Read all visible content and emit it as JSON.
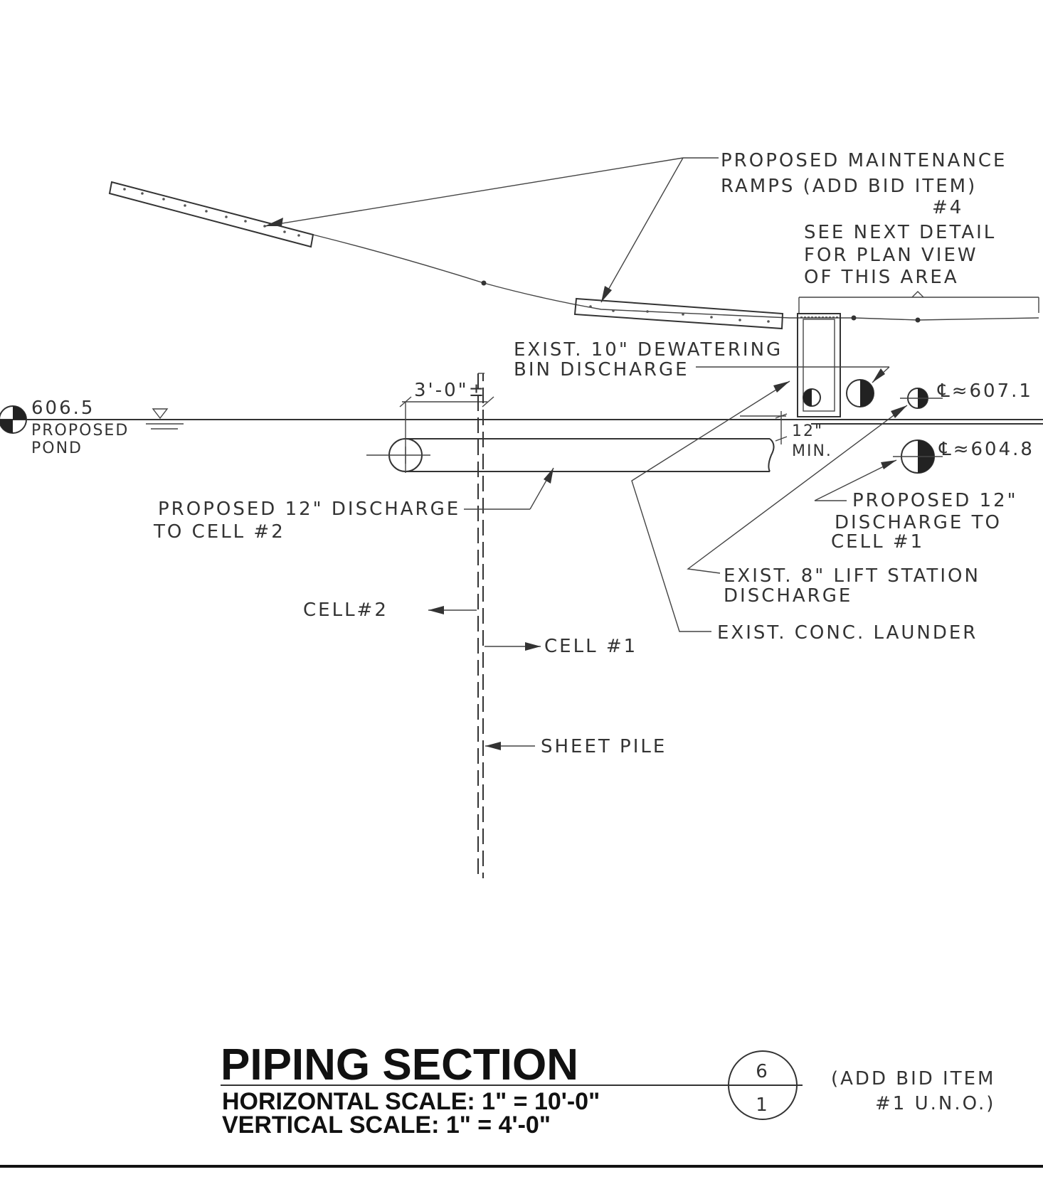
{
  "notes": {
    "ramps_line1": "PROPOSED MAINTENANCE",
    "ramps_line2": "RAMPS (ADD BID ITEM)",
    "ramps_line3": "#4",
    "see_line1": "SEE NEXT DETAIL",
    "see_line2": "FOR PLAN VIEW",
    "see_line3": "OF THIS AREA",
    "dewater_line1": "EXIST. 10\" DEWATERING",
    "dewater_line2": "BIN DISCHARGE",
    "elev_left": "606.5",
    "pond_line1": "PROPOSED",
    "pond_line2": "POND",
    "dim_3ft": "3'-0\"±",
    "dim_12_line1": "12\"",
    "dim_12_line2": "MIN.",
    "elev_right_upper": "℄≈607.1",
    "elev_right_lower": "℄≈604.8",
    "prop12_cell2_line1": "PROPOSED 12\" DISCHARGE",
    "prop12_cell2_line2": "TO CELL #2",
    "prop12_cell1_line1": "PROPOSED 12\"",
    "prop12_cell1_line2": "DISCHARGE TO",
    "prop12_cell1_line3": "CELL #1",
    "lift_line1": "EXIST. 8\" LIFT STATION",
    "lift_line2": "DISCHARGE",
    "launder": "EXIST. CONC. LAUNDER",
    "cell2": "CELL#2",
    "cell1": "CELL #1",
    "sheet_pile": "SHEET PILE"
  },
  "title_block": {
    "title": "PIPING SECTION",
    "h_scale": "HORIZONTAL SCALE: 1\" = 10'-0\"",
    "v_scale": "VERTICAL SCALE: 1\" = 4'-0\"",
    "detail_number": "6",
    "sheet_number": "1",
    "bid_line1": "(ADD BID ITEM",
    "bid_line2": "#1 U.N.O.)"
  }
}
